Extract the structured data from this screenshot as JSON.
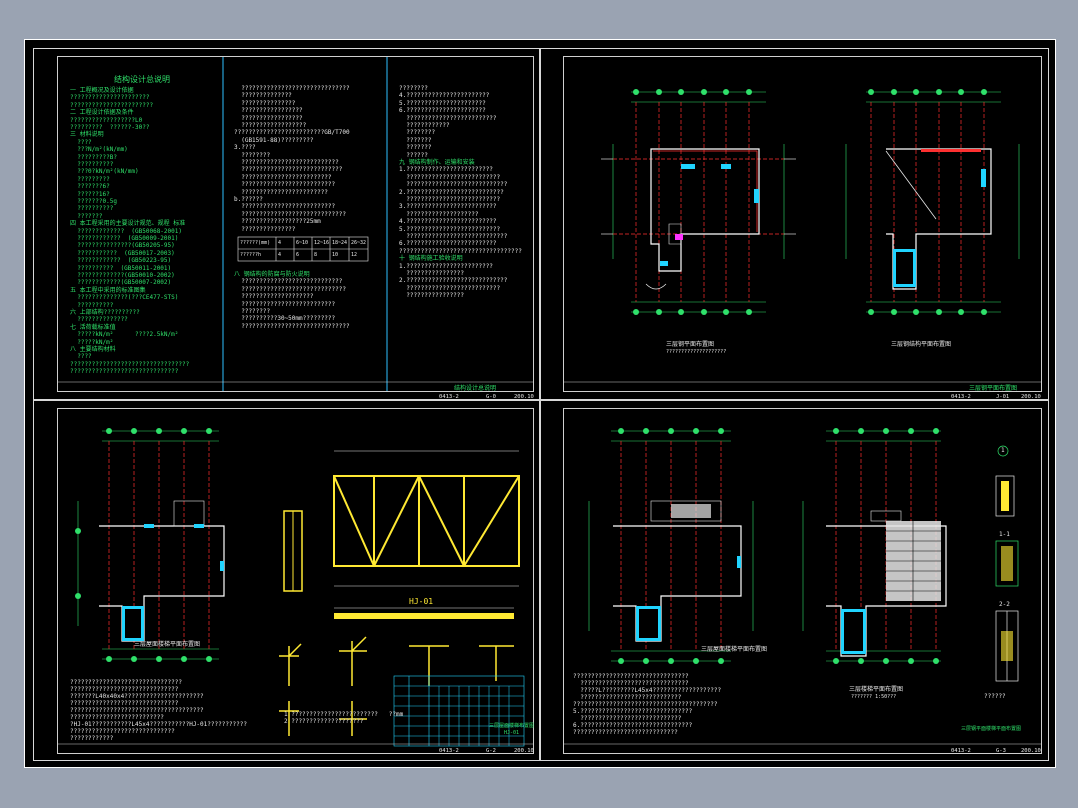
{
  "colors": {
    "background": "#9aa3b2",
    "sheet": "#000000",
    "green": "#2fe06a",
    "cyan": "#20d4ff",
    "yellow": "#ffe933",
    "red": "#ff3030",
    "white": "#e8e8e8",
    "magenta": "#ff33ff"
  },
  "panel1": {
    "heading": "结构设计总说明",
    "col1": [
      "一 工程概况及设计依据",
      "??????????????????????",
      "???????????????????????",
      "二 工程设计依据及条件",
      "??????????????????L0",
      "?????????  ??????-30??",
      "三 材料说明",
      "  ????",
      "  ???N/m²(kN/mm)",
      "  ?????????B?",
      "  ??????????",
      "  ???0?kN/m²(kN/mm)",
      "  ?????????",
      "  ???????6?",
      "  ??????16?",
      "  ???????0.5g",
      "  ??????????",
      "  ???????",
      "四 本工程采用的主要设计规范、规程 标准",
      "  ?????????????  (GB50068-2001)",
      "  ????????????  (GB50009-2001)",
      "  ???????????????(GB50205-95)",
      "  ???????????  (GB50017-2003)",
      "  ????????????  (GB50223-95)",
      "  ??????????  (GB50011-2001)",
      "  ?????????????(GB50010-2002)",
      "  ????????????(GB50007-2002)",
      "五 本工程中采用的标准图集",
      "  ??????????????(???CE477-STS)",
      "  ??????????",
      "六 上部结构??????????",
      "  ??????????????",
      "七 活荷载标准值",
      "  ?????kN/m²      ????2.5kN/m²",
      "  ?????kN/m²",
      "八 主要结构材料",
      "  ????",
      "?????????????????????????????????",
      "??????????????????????????????"
    ],
    "col2": [
      "  ??????????????????????????????",
      "  ??????????????",
      "  ???????????????",
      "  ?????????????????",
      "  ?????????????????",
      "  ??????????????????",
      "?????????????????????????GB/T700",
      "  (GB1591-88)?????????",
      "3.????",
      "  ????????",
      "  ???????????????????????????",
      "  ????????????????????????????",
      "  ?????????????????????????",
      "  ??????????????????????????",
      "  ????????????????????????",
      "b.??????",
      "  ??????????????????????????",
      "  ?????????????????????????????",
      "  ??????????????????25mm",
      "  ???????????????"
    ],
    "table_headers": [
      "??????(mm)",
      "4",
      "6~10",
      "12~16",
      "18~24",
      "26~32"
    ],
    "table_row": [
      "??????h",
      "4",
      "6",
      "8",
      "10",
      "12"
    ],
    "col2b": [
      "八 钢结构的防腐与防火说明",
      "  ????????????????????????????",
      "  ?????????????????????????????",
      "  ????????????????????",
      "  ??????????????????????????",
      "  ????????",
      "  ??????????30~50mm?????????",
      "  ??????????????????????????????"
    ],
    "col3": [
      "????????",
      "4.???????????????????????",
      "5.??????????????????????",
      "6.??????????????????????",
      "  ?????????????????????????",
      "  ????????????",
      "  ????????",
      "  ???????",
      "  ???????",
      "  ??????",
      "九 钢结构制作、运输和安装",
      "1.????????????????????????",
      "  ??????????????????????????",
      "  ????????????????????????????",
      "2.???????????????????????????",
      "  ??????????????????????????",
      "3.?????????????????????????",
      "  ????????????????????",
      "4.?????????????????????????",
      "5.??????????????????????????",
      "  ????????????????????????????",
      "6.?????????????????????????",
      "??????????????????????????????????",
      "十 钢结构施工验收说明",
      "1.????????????????????????",
      "  ????????????????",
      "2.????????????????????????????",
      "  ??????????????????????????",
      "  ????????????????"
    ],
    "footer_title": "结构设计总说明",
    "footer_code": "0413-2",
    "footer_no": "G-0",
    "footer_date": "200.10"
  },
  "panel2": {
    "label_left": "三层钢平面布置图",
    "label_right": "三层钢结构平面布置图",
    "note_left": "????????????????????",
    "footer_title": "三层钢平面布置图",
    "footer_code": "0413-2",
    "footer_no": "J-01",
    "footer_date": "200.10"
  },
  "panel3": {
    "plan_label": "三层屋面楼梯平面布置图",
    "truss_label": "HJ-01",
    "notes": [
      "???????????????????????????????",
      "??????????????????????????????",
      "???????L40x40x4??????????????????????",
      "??????????????????????????????",
      "?????????????????????????????????????",
      "??????????????????????????",
      "?HJ-01???????????L45x4???????????HJ-01???????????",
      "?????????????????????????????",
      "????????????"
    ],
    "legend": [
      "1 ????????????????????????   ??mm",
      "2 ????????????????????"
    ],
    "footer_title": "三层屋面楼梯布置图",
    "footer_sub": "HJ-01",
    "footer_code": "0413-2",
    "footer_no": "G-2",
    "footer_date": "200.10"
  },
  "panel4": {
    "plan_label_left": "三层屋面楼梯平面布置图",
    "plan_label_right": "三层楼梯平面布置图",
    "scale_note": "??????? 1:50???",
    "section_1": "1",
    "section_2": "2-2",
    "section_3": "1-1",
    "detail_note": "??????",
    "notes": [
      "????????????????????????????????",
      "  ??????????????????????????????",
      "  ?????L?????????L45x4???????????????????",
      "  ????????????????????????????",
      "????????????????????????????????????????",
      "5.???????????????????????????????",
      "  ????????????????????????????",
      "6.???????????????????????????????",
      "?????????????????????????????"
    ],
    "footer_title": "三层钢平面楼梯平面布置图",
    "footer_code": "0413-2",
    "footer_no": "G-3",
    "footer_date": "200.10"
  }
}
